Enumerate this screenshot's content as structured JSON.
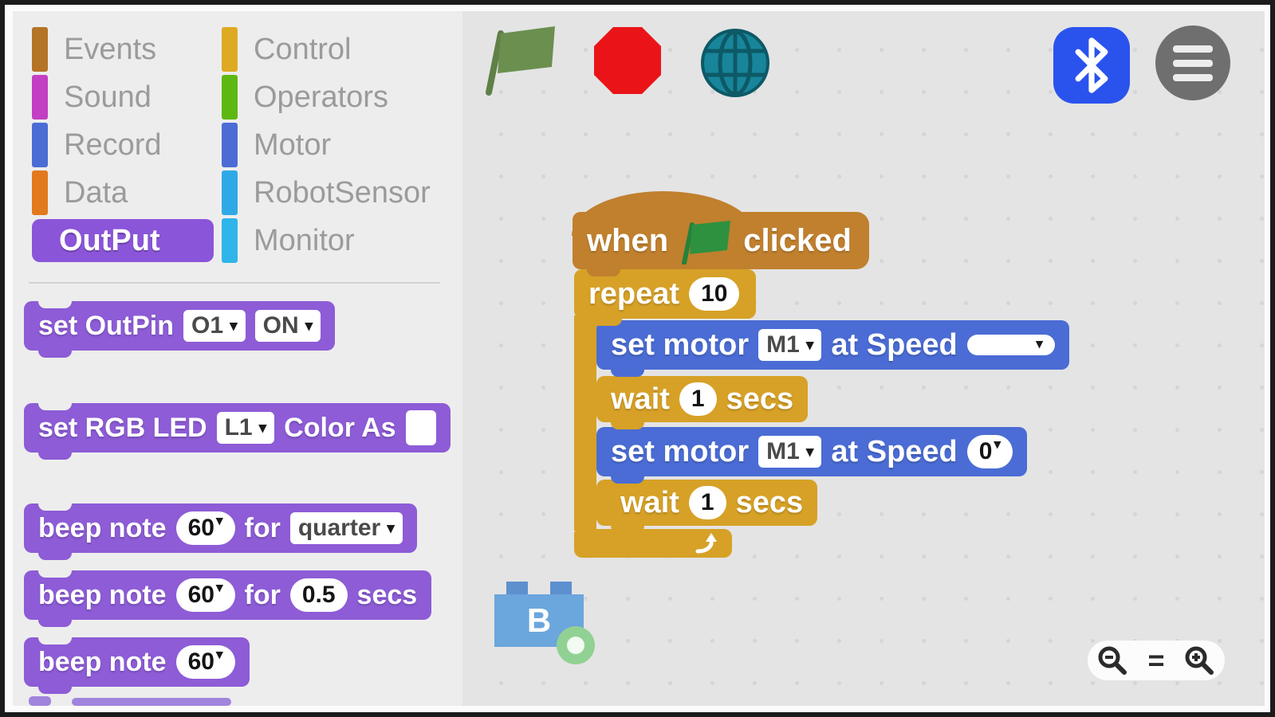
{
  "colors": {
    "palette_bg": "#ededed",
    "stage_bg": "#e4e4e4",
    "block_purple": "#8d5cd6",
    "block_gold": "#d6a126",
    "block_blue": "#4a6cd4",
    "block_brown": "#c0802e",
    "selected_category_bg": "#8a55d9",
    "flag_green": "#6b8f4f",
    "block_flag_green": "#2d9140",
    "stop_red": "#ea1418",
    "globe_teal": "#18859a",
    "bluetooth_blue": "#2a53ee",
    "menu_gray": "#6f6f6f"
  },
  "palette": {
    "categories": [
      {
        "label": "Events",
        "color": "#b57425",
        "selected": false
      },
      {
        "label": "Sound",
        "color": "#c33fc3",
        "selected": false
      },
      {
        "label": "Record",
        "color": "#4a6cd4",
        "selected": false
      },
      {
        "label": "Data",
        "color": "#e2791d",
        "selected": false
      },
      {
        "label": "OutPut",
        "color": "#8a55d9",
        "selected": true
      },
      {
        "label": "Control",
        "color": "#ddaa21",
        "selected": false
      },
      {
        "label": "Operators",
        "color": "#5eb812",
        "selected": false
      },
      {
        "label": "Motor",
        "color": "#4a6cd4",
        "selected": false
      },
      {
        "label": "RobotSensor",
        "color": "#2fa9e6",
        "selected": false
      },
      {
        "label": "Monitor",
        "color": "#2fb5e9",
        "selected": false
      }
    ]
  },
  "palette_blocks": {
    "set_outpin": {
      "label": "set OutPin",
      "pin": "O1",
      "state": "ON"
    },
    "set_rgb_led": {
      "label": "set RGB LED",
      "led": "L1",
      "suffix": "Color As"
    },
    "beep_note_beat": {
      "label": "beep note",
      "note": "60",
      "for_label": "for",
      "beat": "quarter"
    },
    "beep_note_secs": {
      "label": "beep note",
      "note": "60",
      "for_label": "for",
      "duration": "0.5",
      "unit": "secs"
    },
    "beep_note": {
      "label": "beep note",
      "note": "60"
    }
  },
  "toolbar": {
    "icons": [
      "green-flag",
      "stop-sign",
      "globe",
      "bluetooth",
      "menu"
    ]
  },
  "script": {
    "when_clicked": {
      "prefix": "when",
      "suffix": "clicked"
    },
    "repeat": {
      "label": "repeat",
      "count": "10"
    },
    "set_motor_1": {
      "label": "set motor",
      "port": "M1",
      "speed_label": "at Speed",
      "speed": ""
    },
    "wait_1": {
      "label": "wait",
      "value": "1",
      "unit": "secs"
    },
    "set_motor_2": {
      "label": "set motor",
      "port": "M1",
      "speed_label": "at Speed",
      "speed": "0"
    },
    "wait_2": {
      "label": "wait",
      "value": "1",
      "unit": "secs"
    }
  },
  "device_panel": {
    "brick_label": "B"
  },
  "zoom_controls": {
    "reset": "="
  }
}
